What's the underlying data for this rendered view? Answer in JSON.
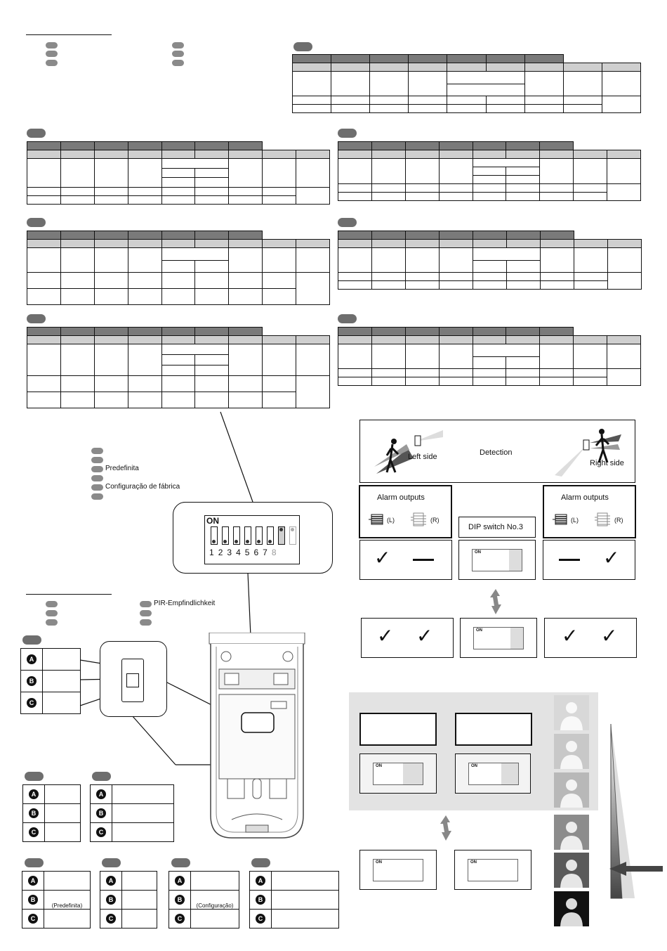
{
  "labels": {
    "predefinita": "Predefinita",
    "factory_config_pt": "Configuração de fábrica",
    "pir_sensitivity_de": "PIR-Empfindlichkeit",
    "predefinita_paren": "(Predefinita)",
    "configuracao_paren": "(Configuração)"
  },
  "dip": {
    "on_label": "ON",
    "numbers": [
      "1",
      "2",
      "3",
      "4",
      "5",
      "6",
      "7",
      "8"
    ]
  },
  "detection": {
    "left": "Left side",
    "center": "Detection",
    "right": "Right side"
  },
  "alarm_outputs": {
    "title": "Alarm outputs",
    "left_tag": "(L)",
    "right_tag": "(R)"
  },
  "dip_switch_label": "DIP switch No.3",
  "abc": [
    "A",
    "B",
    "C"
  ],
  "colors": {
    "header": "#7a7a7a",
    "subheader": "#cfcfcf",
    "panel": "#e3e3e3"
  }
}
